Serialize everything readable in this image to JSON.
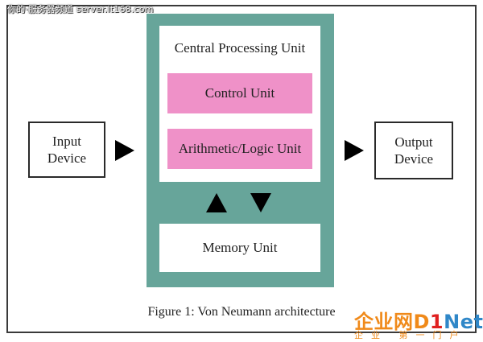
{
  "watermark": {
    "text": "你的·服务器频道 server.it168.com"
  },
  "diagram": {
    "input_device": [
      "Input",
      "Device"
    ],
    "output_device": [
      "Output",
      "Device"
    ],
    "cpu_title": "Central Processing Unit",
    "control_unit": "Control Unit",
    "alu": "Arithmetic/Logic Unit",
    "memory_unit": "Memory Unit",
    "caption": "Figure 1: Von Neumann architecture"
  },
  "logo": {
    "main_cn": "企业网",
    "main_d": "D",
    "main_1": "1",
    "main_net": "Net",
    "sub": "企业 第一门户"
  },
  "colors": {
    "cpu_frame": "#67a59a",
    "unit_fill": "#ef91c8",
    "arrow": "#000000"
  }
}
